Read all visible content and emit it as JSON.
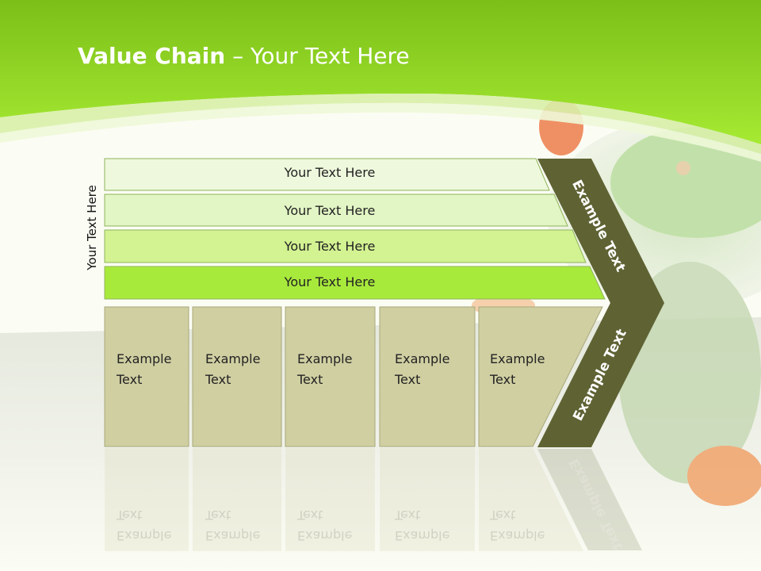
{
  "title": {
    "bold": "Value Chain",
    "rest": " – Your Text Here"
  },
  "side_label": "Your Text Here",
  "bars": [
    {
      "label": "Your Text Here"
    },
    {
      "label": "Your Text Here"
    },
    {
      "label": "Your Text Here"
    },
    {
      "label": "Your Text Here"
    }
  ],
  "boxes": [
    {
      "line1": "Example",
      "line2": "Text"
    },
    {
      "line1": "Example",
      "line2": "Text"
    },
    {
      "line1": "Example",
      "line2": "Text"
    },
    {
      "line1": "Example",
      "line2": "Text"
    },
    {
      "line1": "Example",
      "line2": "Text"
    }
  ],
  "arrow": {
    "upper_label": "Example Text",
    "lower_label": "Example Text"
  },
  "colors": {
    "header_green": "#8cd21e",
    "bar_fills": [
      "#eef8dc",
      "#e2f5c4",
      "#d3f292",
      "#a8ea3c"
    ],
    "box_fill": "#d0cfa2",
    "arrow_fill": "#5f6233"
  }
}
